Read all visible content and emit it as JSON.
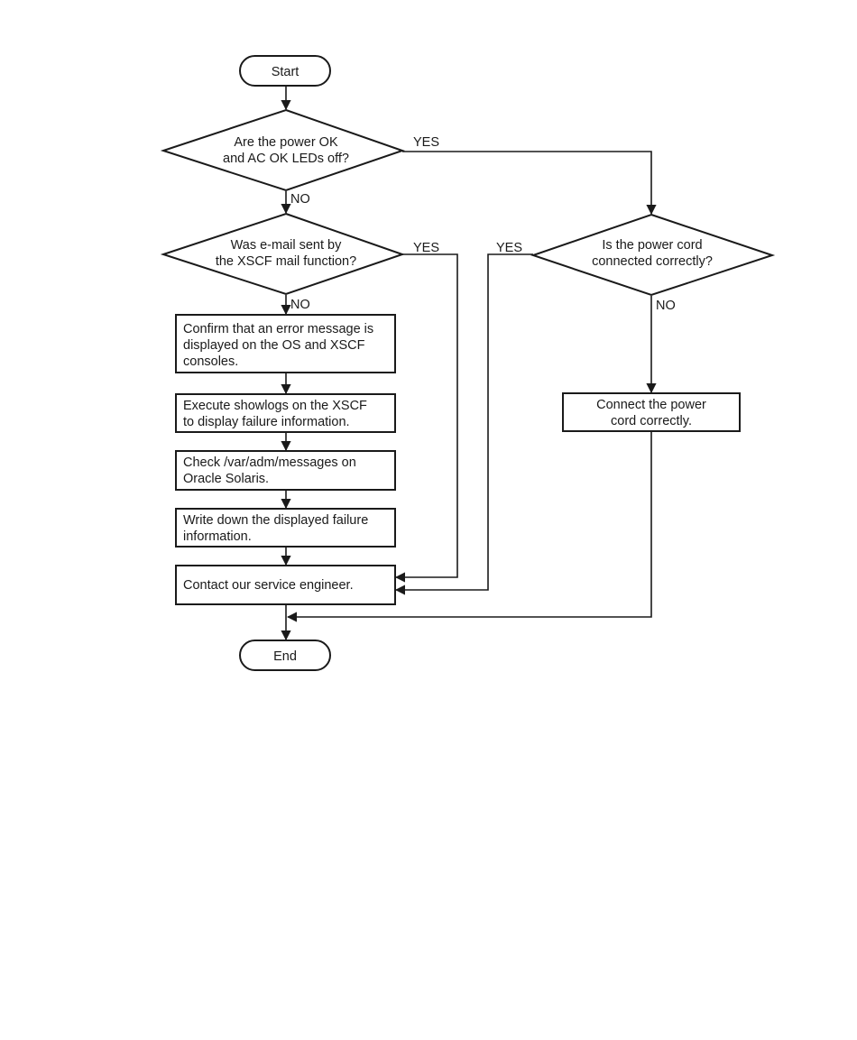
{
  "start_label": "Start",
  "end_label": "End",
  "decisions": {
    "leds_off": [
      "Are the power OK",
      "and AC OK LEDs off?"
    ],
    "email_sent": [
      "Was e-mail sent by",
      "the XSCF mail function?"
    ],
    "power_cord": [
      "Is the power cord",
      "connected correctly?"
    ]
  },
  "steps": {
    "confirm_error": [
      "Confirm that an error message is",
      "displayed on the OS and XSCF",
      "consoles."
    ],
    "execute_showlogs": [
      "Execute showlogs on the XSCF",
      "to display failure information."
    ],
    "check_messages": [
      "Check /var/adm/messages on",
      "Oracle Solaris."
    ],
    "write_down": [
      "Write down the displayed failure",
      "information."
    ],
    "contact_engineer": [
      "Contact our service engineer."
    ],
    "connect_cord": [
      "Connect the power",
      "cord correctly."
    ]
  },
  "branch_labels": {
    "yes": "YES",
    "no": "NO"
  }
}
